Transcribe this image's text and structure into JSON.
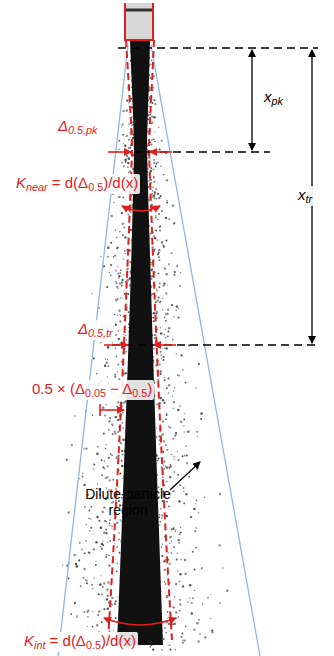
{
  "diagram": {
    "labels": [
      "x",
      "pk",
      "x",
      "tr",
      "Δ",
      "0.5,pk",
      "K",
      "near",
      "= d(Δ",
      "0.5",
      ")/d(x)",
      "Δ",
      "0.5,tr",
      "0.5 × (Δ",
      "0.05",
      "− Δ",
      "0.5",
      ")",
      "Dilute-particle region",
      "K",
      "int",
      "= d(Δ",
      "0.5",
      ")/d(x)"
    ]
  }
}
